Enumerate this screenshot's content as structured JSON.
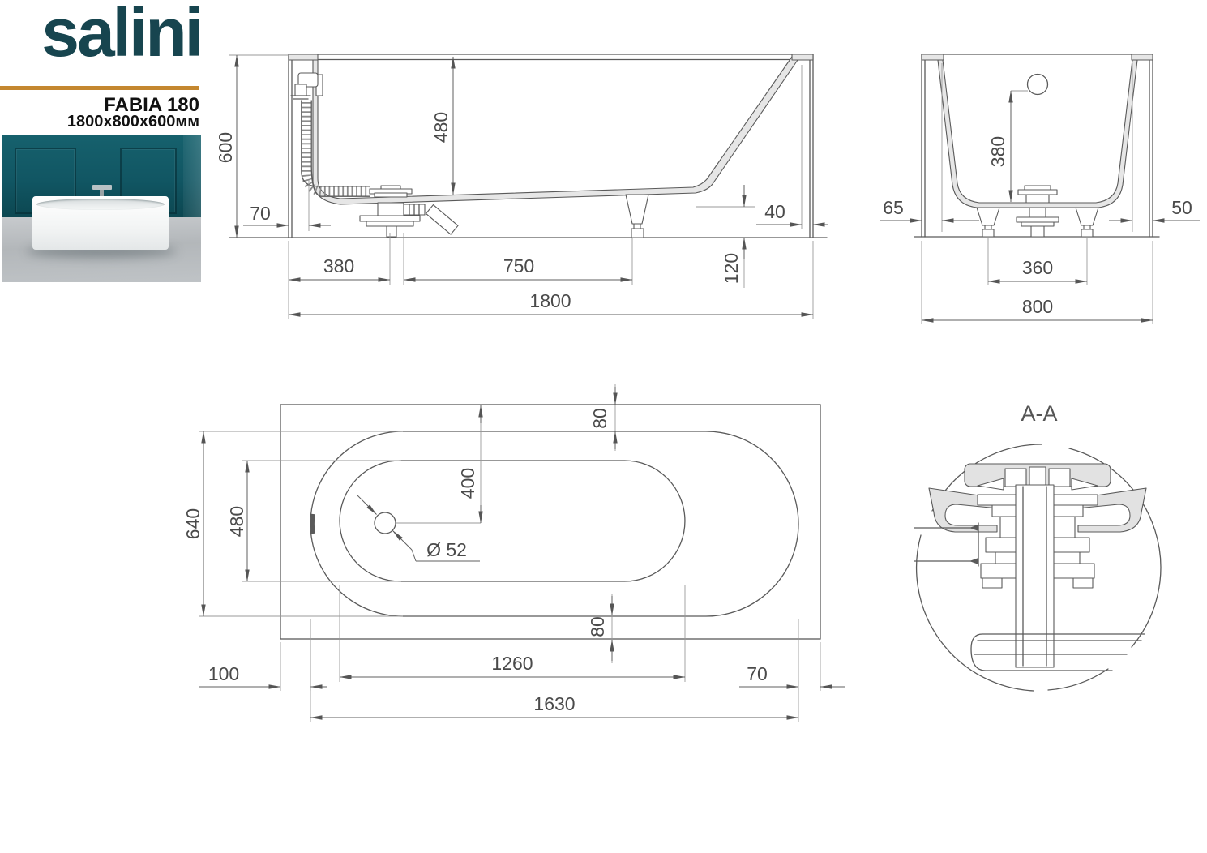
{
  "colors": {
    "accent": "#C4872F",
    "logo": "#17454F"
  },
  "brand": {
    "logo": "salini"
  },
  "product": {
    "name": "FABIA 180",
    "size": "1800x800x600мм"
  },
  "views": {
    "side": {
      "dims": {
        "height": "600",
        "inner_depth": "480",
        "overflow_offset": "70",
        "back_gap": "40",
        "base_height": "120",
        "drain_offset": "380",
        "drain_to_leg": "750",
        "length": "1800"
      }
    },
    "end": {
      "dims": {
        "overflow_depth": "380",
        "wall_left": "65",
        "wall_right": "50",
        "leg_spacing": "360",
        "width": "800"
      }
    },
    "top": {
      "dims": {
        "rim_width": "640",
        "floor_width": "480",
        "rim_inset_top": "80",
        "drain_center": "400",
        "drain_diameter": "Ø 52",
        "rim_inset_bottom": "80",
        "floor_length": "1260",
        "rim_inset_left": "100",
        "rim_inset_right": "70",
        "rim_length": "1630"
      }
    },
    "section": {
      "label": "A-A"
    }
  }
}
